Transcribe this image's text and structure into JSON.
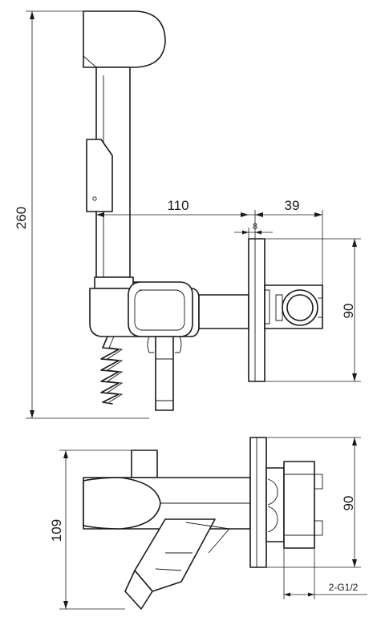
{
  "side_view": {
    "dimensions": {
      "height": "260",
      "length": "110",
      "wall_offset": "39",
      "plate_gap": "8",
      "plate_height": "90"
    }
  },
  "top_view": {
    "dimensions": {
      "depth": "109",
      "plate_height": "90",
      "thread": "2-G1/2"
    }
  }
}
